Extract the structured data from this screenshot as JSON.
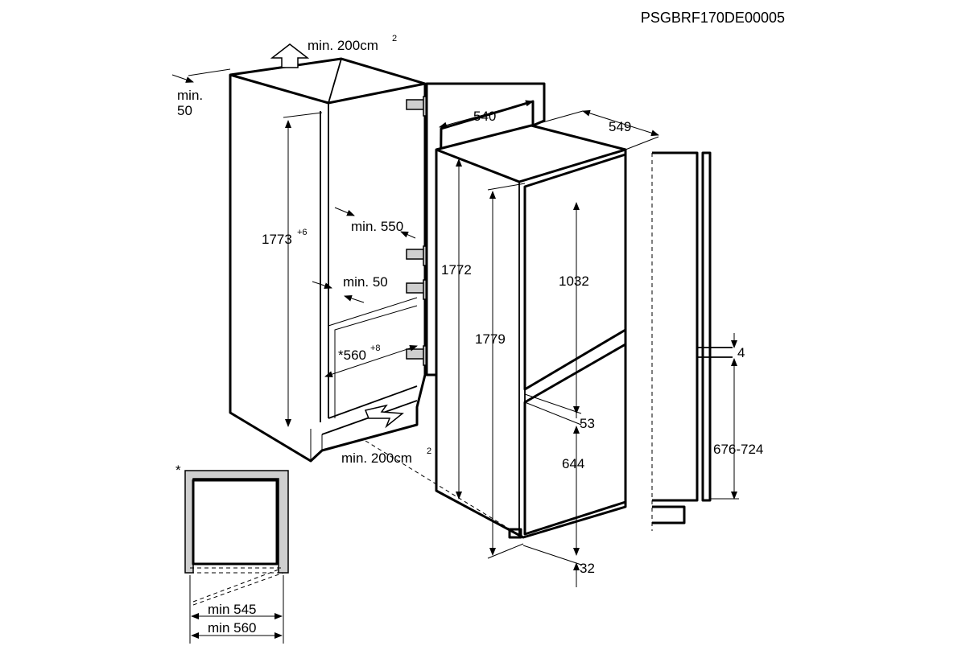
{
  "document_code": "PSGBRF170DE00005",
  "labels": {
    "vent_top": "min. 200cm",
    "vent_top_sup": "2",
    "vent_bottom": "min. 200cm",
    "vent_bottom_sup": "2",
    "side_gap_min": "min.",
    "side_gap_val": "50",
    "niche_height": "1773",
    "niche_height_sup": "+6",
    "depth_min": "min. 550",
    "rear_gap": "min. 50",
    "niche_width": "*560",
    "niche_width_sup": "+8",
    "appliance_width": "540",
    "appliance_depth": "549",
    "appliance_height": "1772",
    "overall_height": "1779",
    "upper_door": "1032",
    "door_gap": "53",
    "lower_door": "644",
    "bottom_gap": "32",
    "panel_gap": "4",
    "panel_range": "676-724",
    "asterisk": "*",
    "min_545": "min 545",
    "min_560": "min 560"
  }
}
